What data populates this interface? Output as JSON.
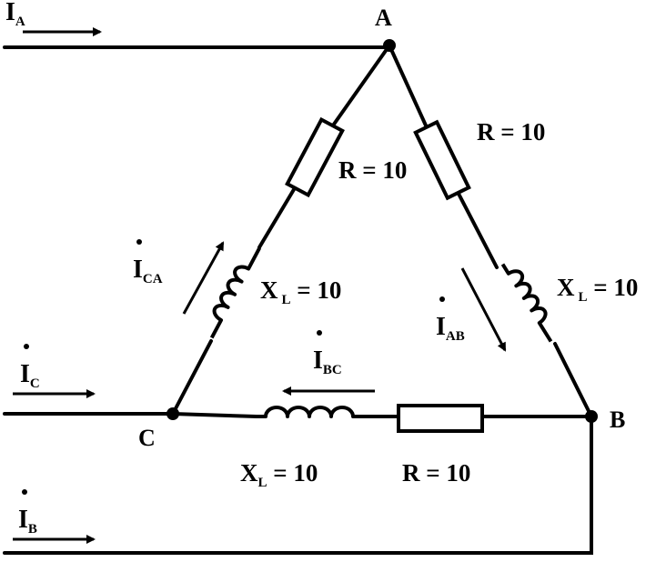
{
  "nodes": {
    "a": "A",
    "b": "B",
    "c": "C"
  },
  "currents": {
    "line_a": {
      "main": "I",
      "sub": "A"
    },
    "line_c": {
      "main": "I",
      "sub": "C"
    },
    "line_b": {
      "main": "I",
      "sub": "B"
    },
    "phase_ca": {
      "main": "I",
      "sub": "CA"
    },
    "phase_ab": {
      "main": "I",
      "sub": "AB"
    },
    "phase_bc": {
      "main": "I",
      "sub": "BC"
    }
  },
  "components": {
    "r_ab": "R = 10",
    "r_ca": "R = 10",
    "r_bc": "R = 10",
    "xl_ca": {
      "main": "X",
      "sub": "L",
      "rest": " = 10"
    },
    "xl_ab": {
      "main": "X",
      "sub": "L",
      "rest": " = 10"
    },
    "xl_bc": {
      "main": "X",
      "sub": "L",
      "rest": " = 10"
    }
  }
}
